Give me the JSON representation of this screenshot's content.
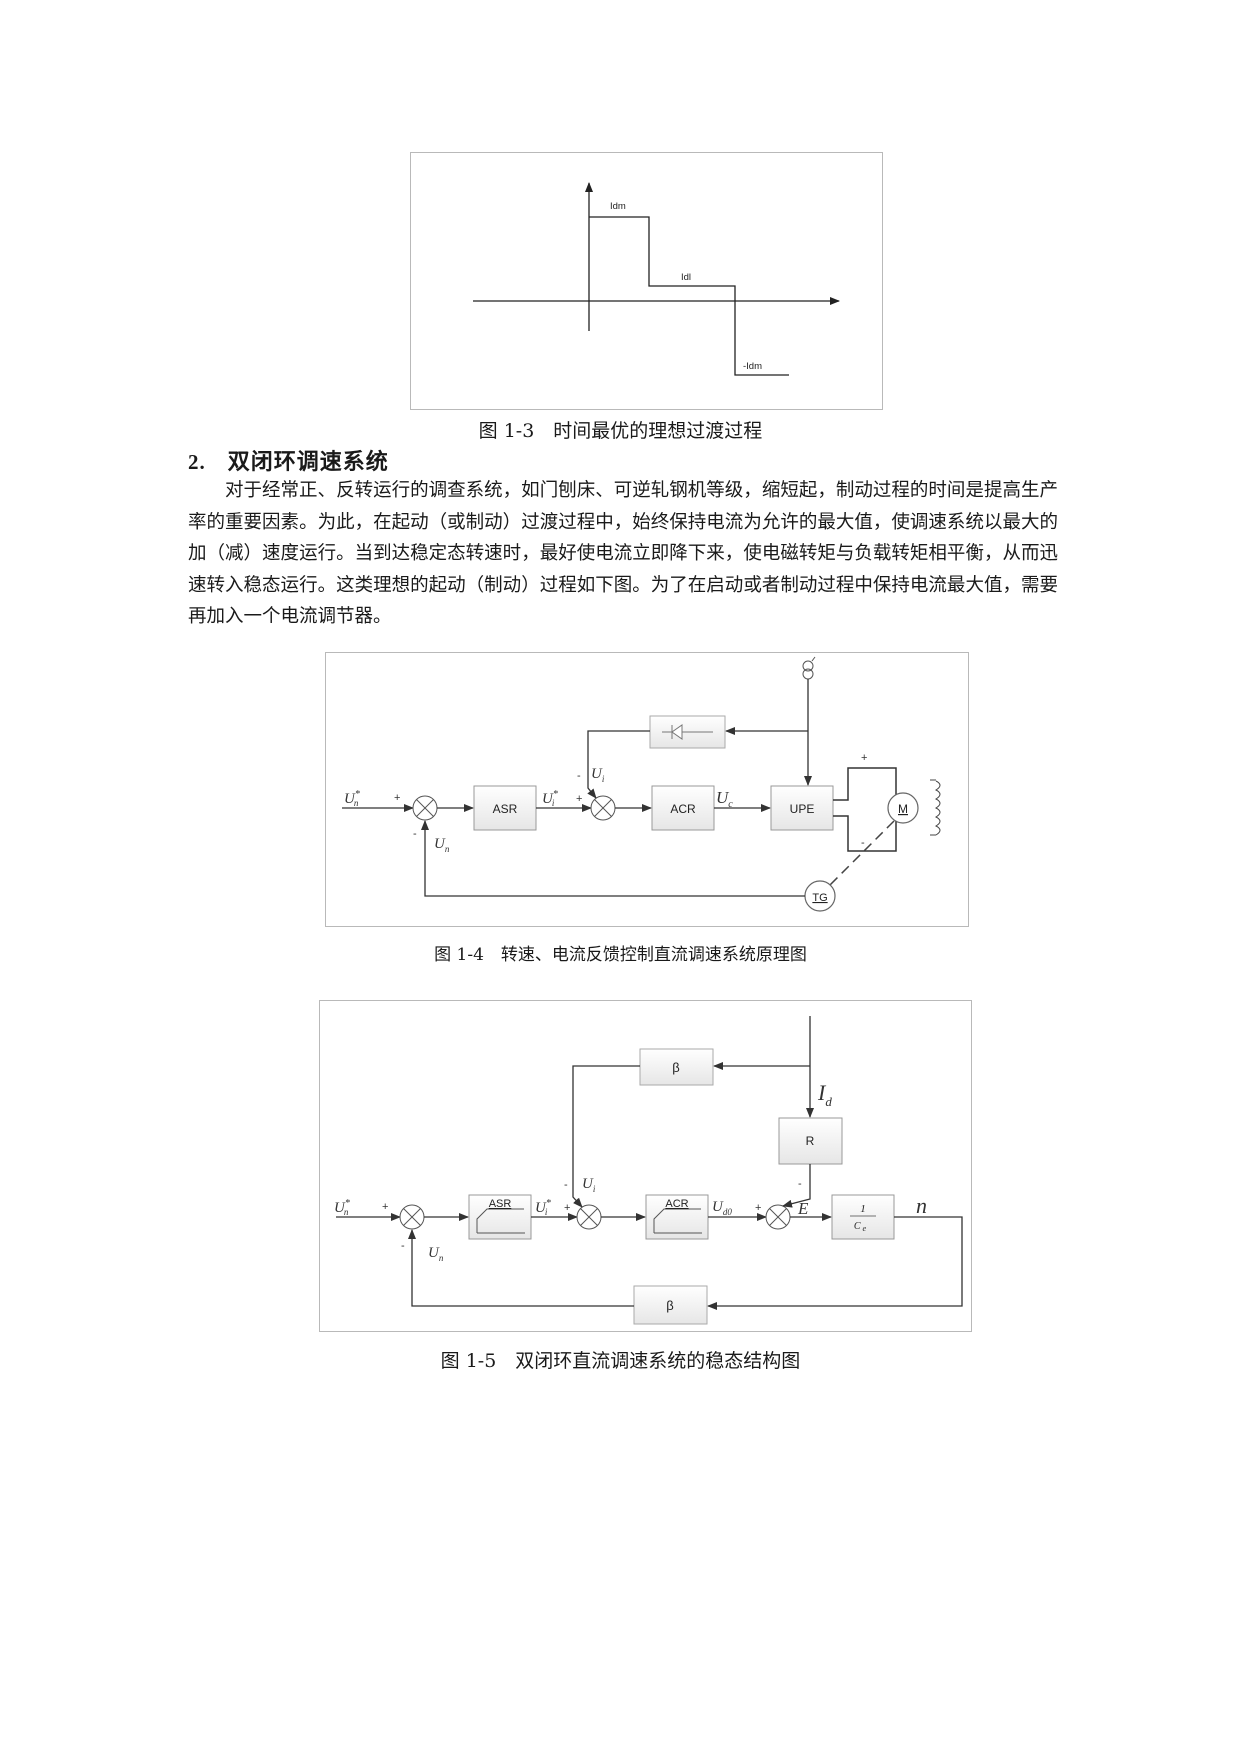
{
  "fig13": {
    "labels": {
      "idm": "Idm",
      "idl": "Idl",
      "neg_idm": "-Idm"
    },
    "caption": "图 1-3　时间最优的理想过渡过程"
  },
  "section": {
    "number": "2.",
    "title": "双闭环调速系统"
  },
  "paragraph": "对于经常正、反转运行的调查系统，如门刨床、可逆轧钢机等级，缩短起，制动过程的时间是提高生产率的重要因素。为此，在起动（或制动）过渡过程中，始终保持电流为允许的最大值，使调速系统以最大的加（减）速度运行。当到达稳定态转速时，最好使电流立即降下来，使电磁转矩与负载转矩相平衡，从而迅速转入稳态运行。这类理想的起动（制动）过程如下图。为了在启动或者制动过程中保持电流最大值，需要再加入一个电流调节器。",
  "fig14": {
    "blocks": {
      "asr": "ASR",
      "acr": "ACR",
      "upe": "UPE",
      "motor": "M",
      "tg": "TG"
    },
    "signals": {
      "un_star": "U",
      "un_star_sup": "*",
      "un_star_sub": "n",
      "ui_star": "U",
      "ui_star_sup": "*",
      "ui_star_sub": "i",
      "ui": "U",
      "ui_sub": "i",
      "uc": "U",
      "uc_sub": "c",
      "un": "U",
      "un_sub": "n"
    },
    "signs": {
      "plus1": "+",
      "minus1": "-",
      "plus2": "+",
      "minus2": "-",
      "motor_plus": "+",
      "motor_minus": "-"
    },
    "caption": "图 1-4　转速、电流反馈控制直流调速系统原理图"
  },
  "fig15": {
    "blocks": {
      "beta_top": "β",
      "r": "R",
      "asr": "ASR",
      "acr": "ACR",
      "beta_bottom": "β",
      "gain_num": "1",
      "gain_den": "C",
      "gain_den_sub": "e"
    },
    "signals": {
      "id": "I",
      "id_sub": "d",
      "un_star": "U",
      "un_star_sup": "*",
      "un_star_sub": "n",
      "ui_star": "U",
      "ui_star_sup": "*",
      "ui_star_sub": "i",
      "ui": "U",
      "ui_sub": "i",
      "ud0": "U",
      "ud0_sub": "d0",
      "e": "E",
      "n": "n",
      "un": "U",
      "un_sub": "n"
    },
    "signs": {
      "plus1": "+",
      "minus1": "-",
      "plus2": "+",
      "minus2": "-",
      "plus3": "+",
      "minus3": "-"
    },
    "caption": "图 1-5　双闭环直流调速系统的稳态结构图"
  }
}
